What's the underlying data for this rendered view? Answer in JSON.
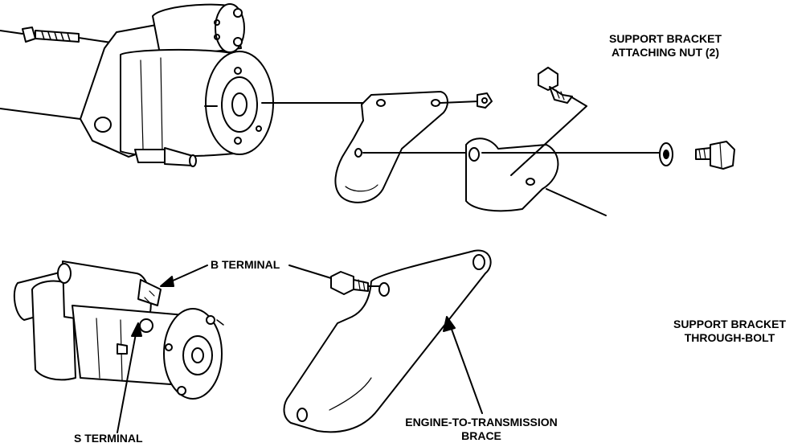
{
  "diagram": {
    "labels": {
      "support_bracket_nut": "SUPPORT BRACKET\nATTACHING NUT (2)",
      "b_terminal": "B TERMINAL",
      "support_bracket_bolt": "SUPPORT BRACKET\nTHROUGH-BOLT",
      "engine_brace": "ENGINE-TO-TRANSMISSION\nBRACE",
      "s_terminal": "S TERMINAL"
    },
    "colors": {
      "ink": "#000000",
      "paper": "#ffffff",
      "shade": "#dcdcdc"
    }
  }
}
